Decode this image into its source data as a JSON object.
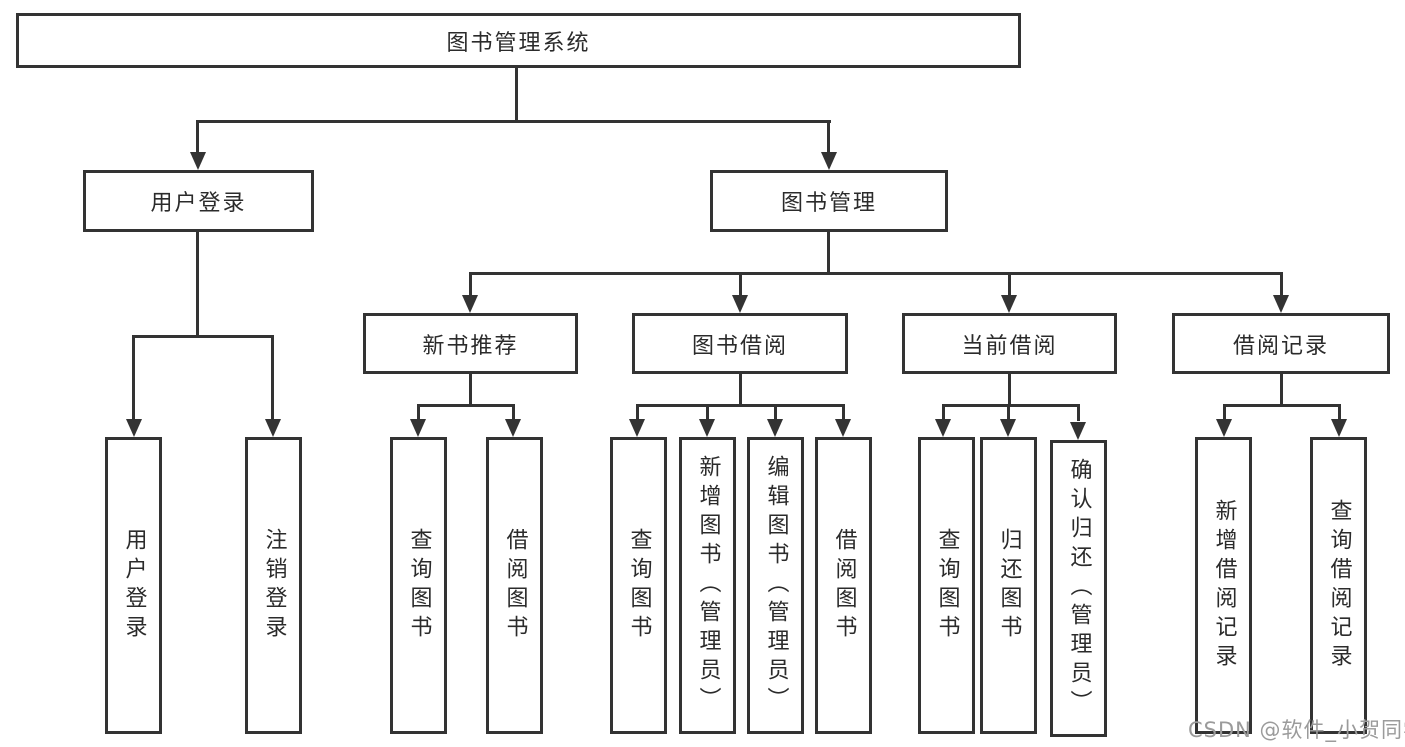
{
  "colors": {
    "line": "#333333",
    "box_border": "#333333",
    "text": "#2b2b2b",
    "watermark": "#9b9b9b",
    "background": "#ffffff"
  },
  "diagram": {
    "type": "hierarchy-tree",
    "root": {
      "label": "图书管理系统"
    },
    "branches": [
      {
        "label": "用户登录"
      },
      {
        "label": "图书管理"
      }
    ],
    "modules": [
      {
        "label": "新书推荐",
        "parent": "图书管理"
      },
      {
        "label": "图书借阅",
        "parent": "图书管理"
      },
      {
        "label": "当前借阅",
        "parent": "图书管理"
      },
      {
        "label": "借阅记录",
        "parent": "图书管理"
      }
    ],
    "leaves": [
      {
        "label": "用户登录",
        "parent": "用户登录"
      },
      {
        "label": "注销登录",
        "parent": "用户登录"
      },
      {
        "label": "查询图书",
        "parent": "新书推荐"
      },
      {
        "label": "借阅图书",
        "parent": "新书推荐"
      },
      {
        "label": "查询图书",
        "parent": "图书借阅"
      },
      {
        "label": "新增图书（管理员）",
        "parent": "图书借阅"
      },
      {
        "label": "编辑图书（管理员）",
        "parent": "图书借阅"
      },
      {
        "label": "借阅图书",
        "parent": "图书借阅"
      },
      {
        "label": "查询图书",
        "parent": "当前借阅"
      },
      {
        "label": "归还图书",
        "parent": "当前借阅"
      },
      {
        "label": "确认归还（管理员）",
        "parent": "当前借阅"
      },
      {
        "label": "新增借阅记录",
        "parent": "借阅记录"
      },
      {
        "label": "查询借阅记录",
        "parent": "借阅记录"
      }
    ]
  },
  "watermark": {
    "text": "CSDN @软件_小贺同学"
  }
}
